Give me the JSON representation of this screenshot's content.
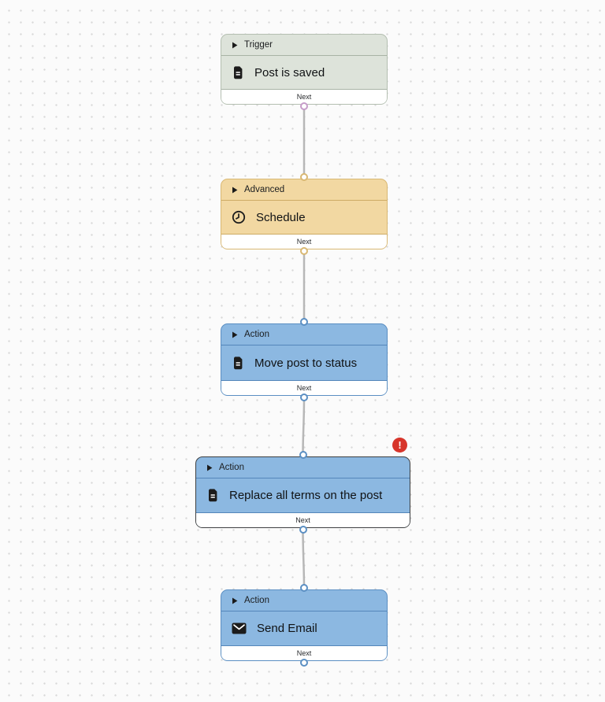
{
  "canvas": {
    "background": "#fbfbfb",
    "dot_color": "#d9d9d9",
    "edge_color": "#b7b7b7"
  },
  "workflow": {
    "error_badge": {
      "glyph": "!",
      "color": "#d7352b"
    },
    "nodes": [
      {
        "category": "Trigger",
        "title": "Post is saved",
        "icon": "document-icon",
        "footer_label": "Next",
        "has_error": false,
        "colors": {
          "bg": "#dde3da",
          "border": "#b4bfb1",
          "divider": "#a8b3a5",
          "port_out": "#c69cc9"
        }
      },
      {
        "category": "Advanced",
        "title": "Schedule",
        "icon": "clock-icon",
        "footer_label": "Next",
        "has_error": false,
        "colors": {
          "bg": "#f2d8a2",
          "border": "#d9b873",
          "divider": "#cdab65",
          "port_in": "#d9b873",
          "port_out": "#d9b873"
        }
      },
      {
        "category": "Action",
        "title": "Move post to status",
        "icon": "document-icon",
        "footer_label": "Next",
        "has_error": false,
        "colors": {
          "bg": "#8cb8e1",
          "border": "#5b8fc3",
          "divider": "#5486ba",
          "port_in": "#5b8fc3",
          "port_out": "#5b8fc3"
        }
      },
      {
        "category": "Action",
        "title": "Replace all terms on the post",
        "icon": "document-icon",
        "footer_label": "Next",
        "has_error": true,
        "colors": {
          "bg": "#8cb8e1",
          "border": "#3e4042",
          "divider": "#5486ba",
          "port_in": "#5b8fc3",
          "port_out": "#5b8fc3"
        }
      },
      {
        "category": "Action",
        "title": "Send Email",
        "icon": "envelope-icon",
        "footer_label": "Next",
        "has_error": false,
        "colors": {
          "bg": "#8cb8e1",
          "border": "#5b8fc3",
          "divider": "#5486ba",
          "port_in": "#5b8fc3",
          "port_out": "#5b8fc3"
        }
      }
    ]
  }
}
